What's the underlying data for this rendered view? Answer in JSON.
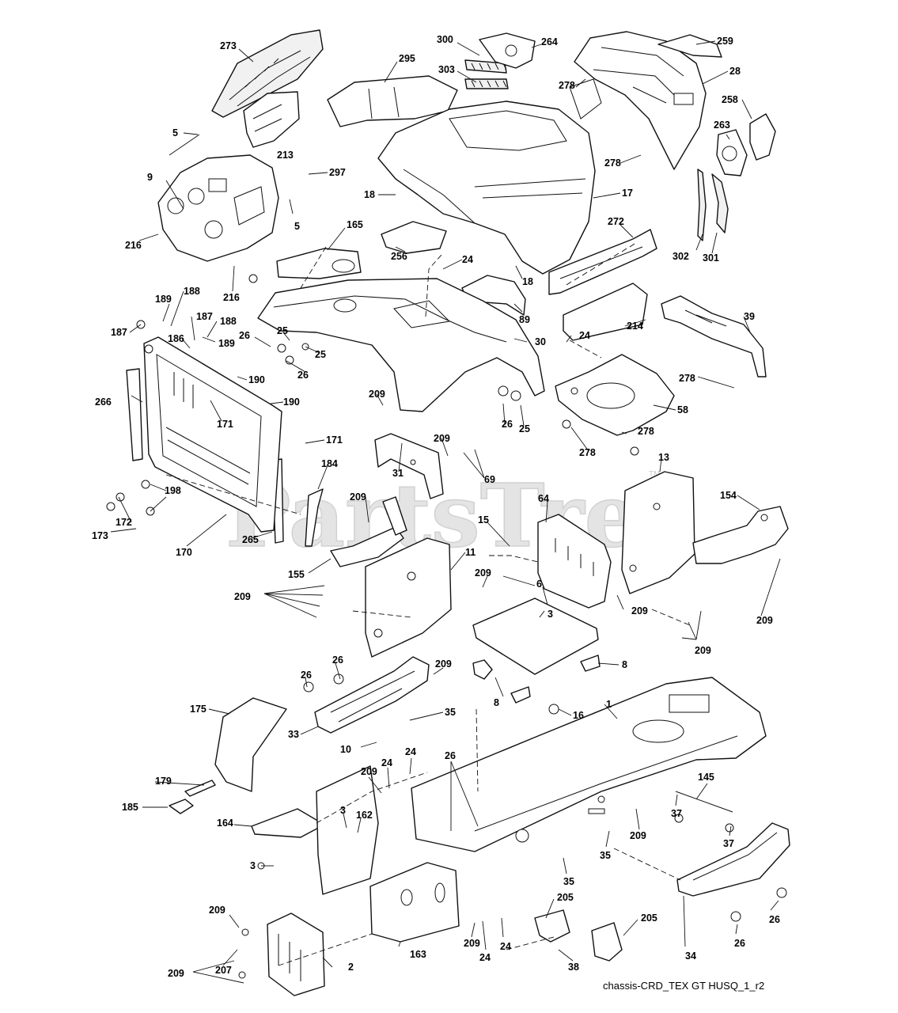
{
  "diagram": {
    "caption": "chassis-CRD_TEX GT HUSQ_1_r2",
    "watermark": "PartsTree",
    "watermark_tm": "TM",
    "callouts": {
      "c273": "273",
      "c300": "300",
      "c264": "264",
      "c259": "259",
      "c295": "295",
      "c303": "303",
      "c278a": "278",
      "c28": "28",
      "c213": "213",
      "c258": "258",
      "c263": "263",
      "c5a": "5",
      "c278b": "278",
      "c297": "297",
      "c9": "9",
      "c18a": "18",
      "c17": "17",
      "c5b": "5",
      "c272": "272",
      "c216a": "216",
      "c165": "165",
      "c256": "256",
      "c24a": "24",
      "c302": "302",
      "c301": "301",
      "c18b": "18",
      "c216b": "216",
      "c89": "89",
      "c214": "214",
      "c189a": "189",
      "c188a": "188",
      "c39": "39",
      "c187a": "187",
      "c187b": "187",
      "c188b": "188",
      "c186": "186",
      "c25a": "25",
      "c26a": "26",
      "c30": "30",
      "c25b": "25",
      "c24b": "24",
      "c189b": "189",
      "c26b": "26",
      "c190a": "190",
      "c278c": "278",
      "c209a": "209",
      "c190b": "190",
      "c26c": "26",
      "c25c": "25",
      "c58": "58",
      "c266": "266",
      "c171a": "171",
      "c278d": "278",
      "c278e": "278",
      "c171b": "171",
      "c209b": "209",
      "c13": "13",
      "c184": "184",
      "c69": "69",
      "c31": "31",
      "c209c": "209",
      "c64": "64",
      "c154": "154",
      "c198": "198",
      "c172": "172",
      "c173": "173",
      "c15": "15",
      "c265": "265",
      "c170": "170",
      "c11": "11",
      "c155": "155",
      "c209d": "209",
      "c209e": "209",
      "c209f": "209",
      "c6": "6",
      "c3a": "3",
      "c209g": "209",
      "c209h": "209",
      "c26d": "26",
      "c209i": "209",
      "c8a": "8",
      "c26e": "26",
      "c8b": "8",
      "c16": "16",
      "c1": "1",
      "c175": "175",
      "c35a": "35",
      "c33": "33",
      "c10": "10",
      "c24c": "24",
      "c26f": "26",
      "c24d": "24",
      "c209j": "209",
      "c179": "179",
      "c145": "145",
      "c185": "185",
      "c3b": "3",
      "c162": "162",
      "c37a": "37",
      "c164": "164",
      "c209k": "209",
      "c35b": "35",
      "c37b": "37",
      "c3c": "3",
      "c35c": "35",
      "c205a": "205",
      "c209l": "209",
      "c205b": "205",
      "c26g": "26",
      "c26h": "26",
      "c207": "207",
      "c2": "2",
      "c163": "163",
      "c209m": "209",
      "c24e": "24",
      "c24f": "24",
      "c38": "38",
      "c34": "34",
      "c209n": "209"
    }
  }
}
